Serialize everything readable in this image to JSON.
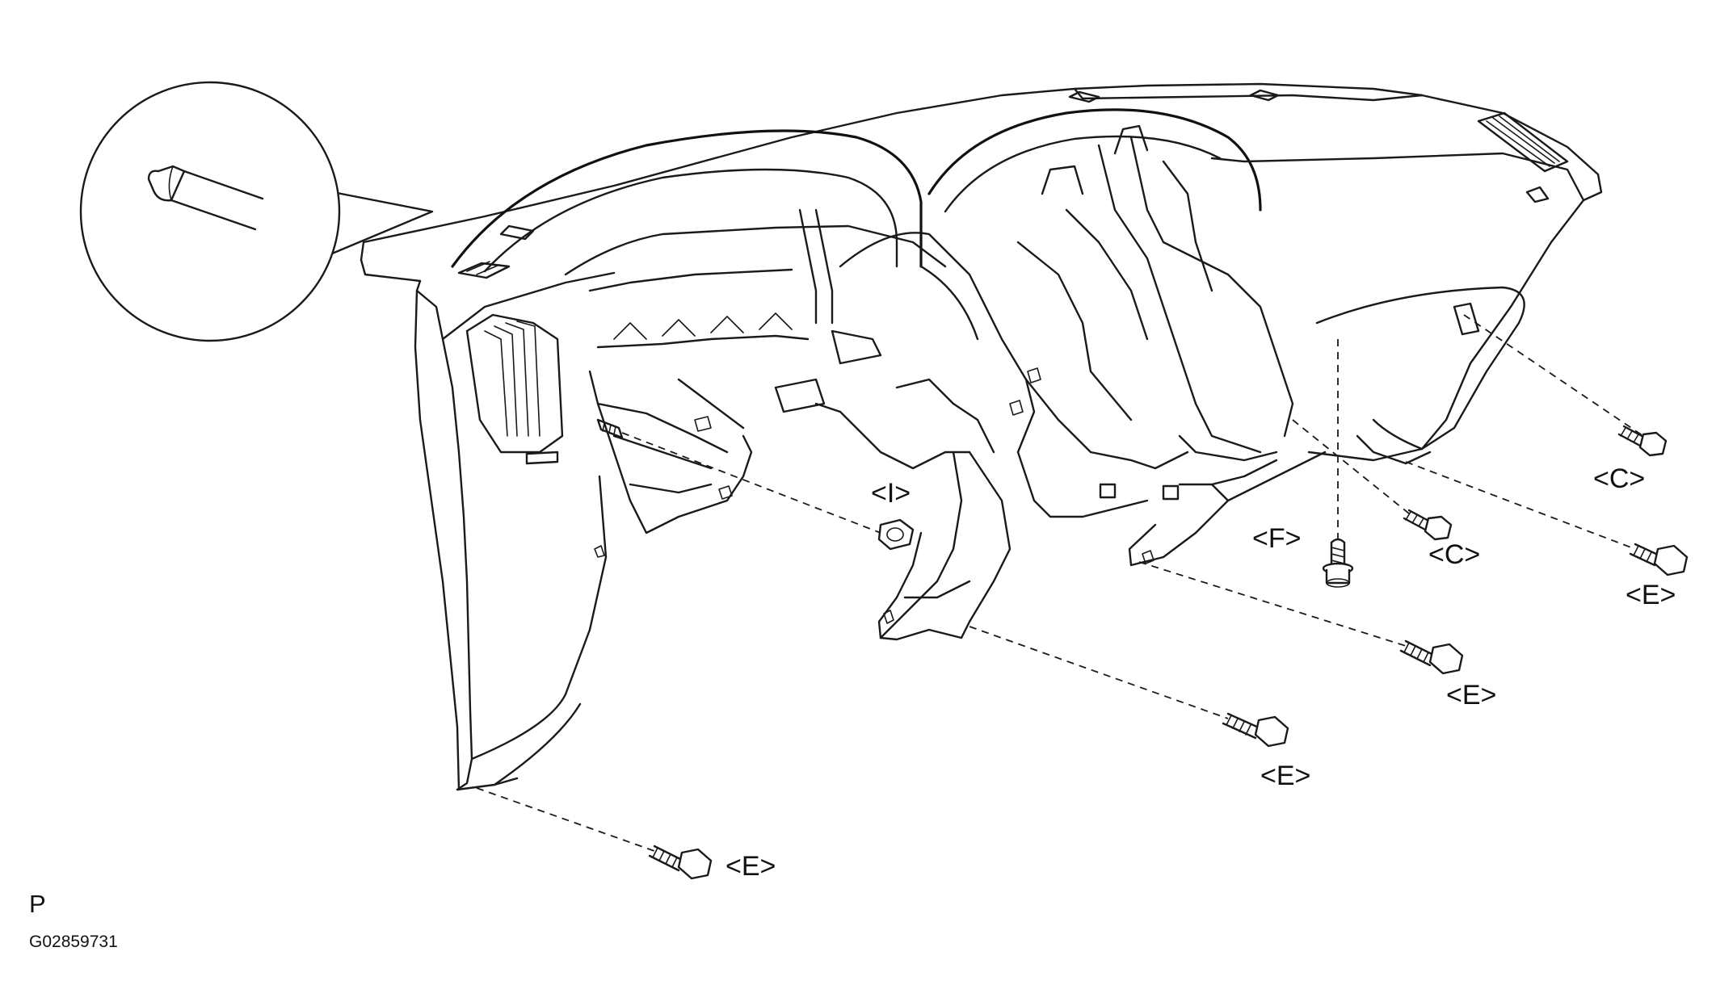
{
  "callouts": {
    "c_right_upper": "<C>",
    "c_center": "<C>",
    "i_nut": "<I>",
    "f_bolt": "<F>",
    "e_right": "<E>",
    "e_mid_right": "<E>",
    "e_center": "<E>",
    "e_lower_left": "<E>"
  },
  "footer": {
    "view_mark": "P",
    "figure_code": "G02859731"
  }
}
